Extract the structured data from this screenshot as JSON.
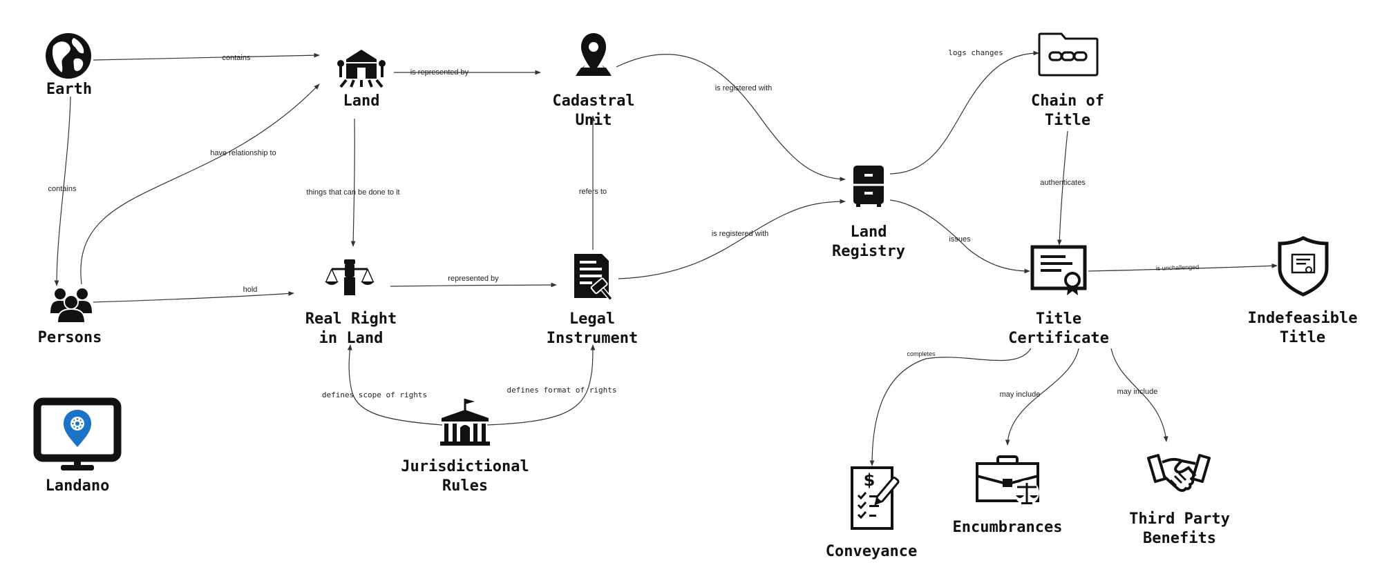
{
  "nodes": {
    "earth": {
      "label": "Earth",
      "icon": "globe-icon"
    },
    "land": {
      "label": "Land",
      "icon": "farm-field-icon"
    },
    "cadastral": {
      "label_line1": "Cadastral",
      "label_line2": "Unit",
      "icon": "map-pin-icon"
    },
    "chain": {
      "label_line1": "Chain of",
      "label_line2": "Title",
      "icon": "folder-chain-icon"
    },
    "registry": {
      "label_line1": "Land",
      "label_line2": "Registry",
      "icon": "filing-cabinet-icon"
    },
    "persons": {
      "label": "Persons",
      "icon": "people-group-icon"
    },
    "right": {
      "label_line1": "Real Right",
      "label_line2": "in Land",
      "icon": "justice-scales-fist-icon"
    },
    "instrument": {
      "label_line1": "Legal",
      "label_line2": "Instrument",
      "icon": "document-gavel-icon"
    },
    "certificate": {
      "label_line1": "Title",
      "label_line2": "Certificate",
      "icon": "certificate-icon"
    },
    "indefeasible": {
      "label_line1": "Indefeasible",
      "label_line2": "Title",
      "icon": "shield-certificate-icon"
    },
    "rules": {
      "label_line1": "Jurisdictional",
      "label_line2": "Rules",
      "icon": "government-building-icon"
    },
    "landano": {
      "label": "Landano",
      "icon": "monitor-pin-logo-icon",
      "accent": "#1a73c6"
    },
    "conveyance": {
      "label": "Conveyance",
      "icon": "contract-signing-icon"
    },
    "encumbrances": {
      "label": "Encumbrances",
      "icon": "briefcase-scales-icon"
    },
    "thirdparty": {
      "label_line1": "Third Party",
      "label_line2": "Benefits",
      "icon": "handshake-icon"
    }
  },
  "edges": {
    "earth_land": "contains",
    "earth_persons": "contains",
    "persons_land": "have relationship to",
    "persons_right": "hold",
    "land_right": "things that can be done to it",
    "land_cadastral": "is represented by",
    "instrument_cadastral": "refers to",
    "right_instrument": "represented by",
    "cadastral_registry": "is registered with",
    "instrument_registry": "is registered with",
    "registry_chain": "logs changes",
    "chain_certificate": "authenticates",
    "registry_certificate": "issues",
    "certificate_indefeasible": "is unchallenged",
    "rules_right": "defines scope of rights",
    "rules_instrument": "defines format of rights",
    "certificate_conveyance": "completes",
    "certificate_encumbrances": "may include",
    "certificate_thirdparty": "may include"
  },
  "colors": {
    "ink": "#111111",
    "line": "#333333",
    "logo_blue": "#1a73c6"
  }
}
